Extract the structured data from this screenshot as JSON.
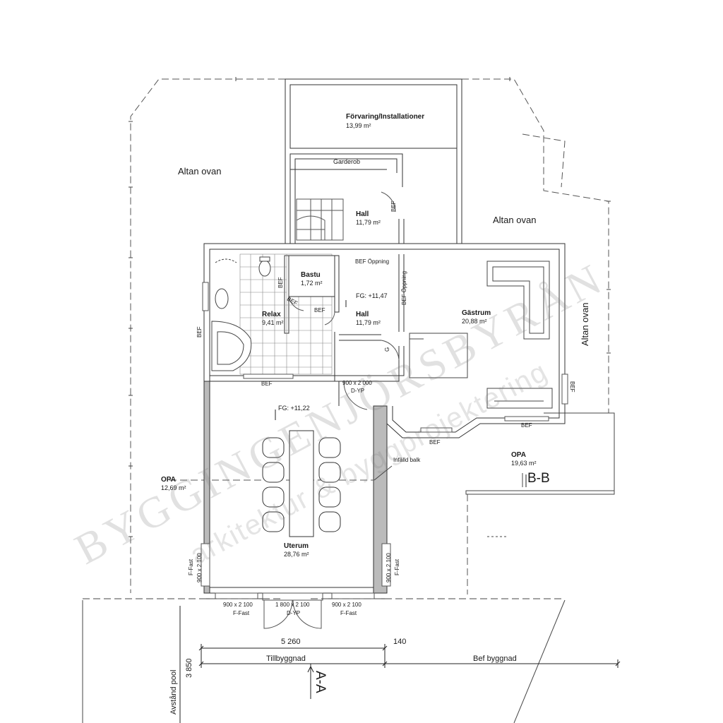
{
  "rooms": {
    "forvaring": {
      "name": "Förvaring/Installationer",
      "area": "13,99 m²"
    },
    "garderob": {
      "name": "Garderob"
    },
    "hall_upper": {
      "name": "Hall",
      "area": "11,79 m²"
    },
    "bastu": {
      "name": "Bastu",
      "area": "1,72 m²"
    },
    "relax": {
      "name": "Relax",
      "area": "9,41 m²"
    },
    "hall_lower": {
      "name": "Hall",
      "area": "11,79 m²"
    },
    "gastrum": {
      "name": "Gästrum",
      "area": "20,88 m²"
    },
    "uterum": {
      "name": "Uterum",
      "area": "28,76 m²"
    },
    "opa_left": {
      "name": "OPA",
      "area": "12,69 m²"
    },
    "opa_right": {
      "name": "OPA",
      "area": "19,63 m²"
    }
  },
  "outside": {
    "altan_left": "Altan ovan",
    "altan_right": "Altan ovan",
    "altan_side": "Altan ovan"
  },
  "notes": {
    "bef": "BEF",
    "bef_oppning": "BEF Öppning",
    "fg_upper": "FG: +11,47",
    "fg_lower": "FG: +11,22",
    "door_g": "G",
    "infalld_balk": "Infälld balk",
    "door_900": "900 x 2 000",
    "dyp": "D-YP",
    "win_900": "900 x 2 100",
    "win_1800": "1 800 x 2 100",
    "ffast": "F-Fast",
    "ffast_dash": "F-Fast"
  },
  "dimensions": {
    "d5260": "5 260",
    "d140": "140",
    "tillbyggnad": "Tillbyggnad",
    "bef_byggnad": "Bef byggnad",
    "d3850": "3 850",
    "avstand_pool": "Avstånd pool"
  },
  "sections": {
    "aa": "A-A",
    "bb": "B-B"
  },
  "watermark": {
    "line1": "BYGGINGENJÖRSBYRÅN",
    "line2": "arkitektur & byggprojektering"
  }
}
